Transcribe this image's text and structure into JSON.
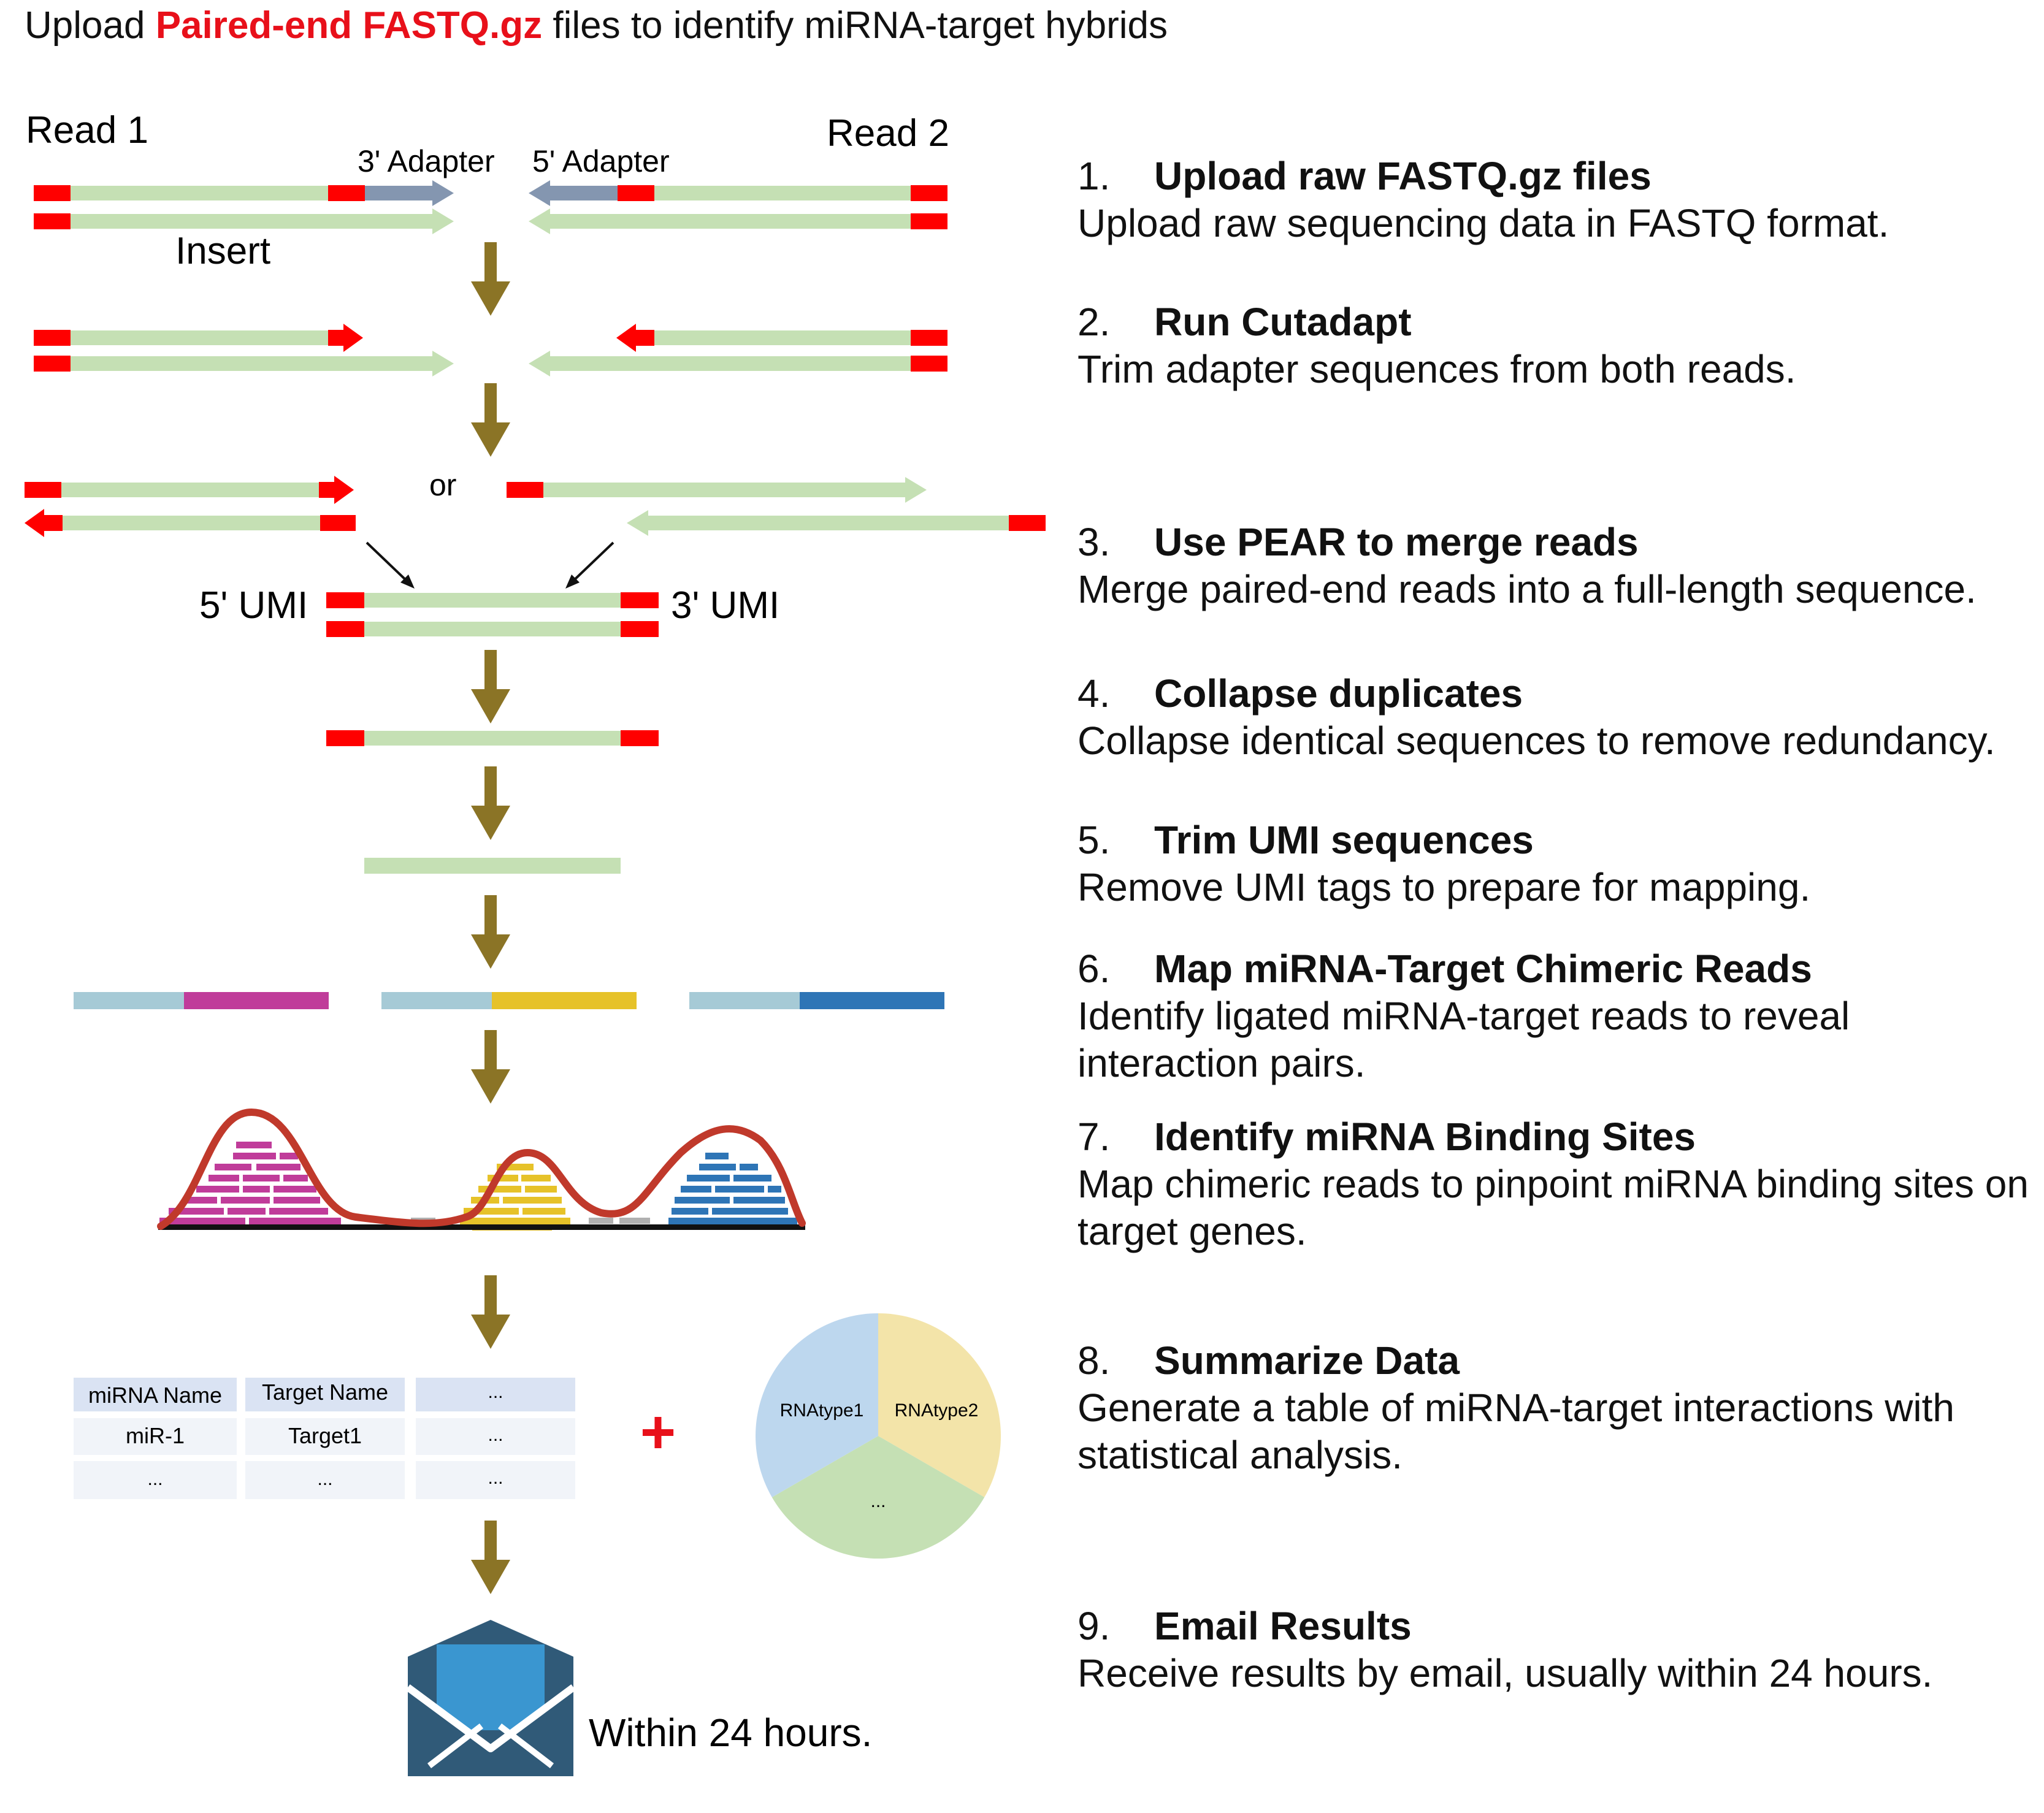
{
  "title": {
    "prefix": "Upload ",
    "highlight": "Paired-end FASTQ.gz",
    "suffix": " files to identify miRNA-target hybrids"
  },
  "diagram": {
    "read1": "Read 1",
    "read2": "Read 2",
    "adapter3": "3' Adapter",
    "adapter5": "5' Adapter",
    "insert": "Insert",
    "or": "or",
    "umi5": "5' UMI",
    "umi3": "3' UMI",
    "table_headers": [
      "miRNA Name",
      "Target Name",
      "..."
    ],
    "table_rows": [
      [
        "miR-1",
        "Target1",
        "..."
      ],
      [
        "...",
        "...",
        "..."
      ]
    ],
    "plus": "+",
    "pie_labels": [
      "RNAtype1",
      "RNAtype2",
      "..."
    ],
    "within": "Within 24 hours."
  },
  "colors": {
    "read": "#c5e0b4",
    "umi": "#ff0000",
    "adapter": "#8496b0",
    "flow_arrow": "#8b7426",
    "mirna_pink": "#c03c9a",
    "target_yellow": "#e6c229",
    "target_blue": "#2e75b6",
    "light_blue": "#a6cad6",
    "peak_curve": "#c0392b",
    "pie_blue": "#bdd7ee",
    "pie_yellow": "#f3e4a9",
    "pie_green": "#c5e0b4",
    "envelope": "#305a78",
    "letter": "#3a96d0"
  },
  "steps": [
    {
      "num": "1.",
      "title": "Upload raw FASTQ.gz files",
      "desc": "Upload raw sequencing data in FASTQ format."
    },
    {
      "num": "2.",
      "title": "Run Cutadapt",
      "desc": "Trim adapter sequences from both reads."
    },
    {
      "num": "3.",
      "title": "Use PEAR to merge reads",
      "desc": "Merge paired-end reads into a full-length sequence."
    },
    {
      "num": "4.",
      "title": "Collapse duplicates",
      "desc": "Collapse identical sequences to remove redundancy."
    },
    {
      "num": "5.",
      "title": "Trim UMI sequences",
      "desc": "Remove UMI tags to prepare for mapping."
    },
    {
      "num": "6.",
      "title": "Map miRNA-Target Chimeric Reads",
      "desc": "Identify ligated miRNA-target reads to reveal interaction pairs."
    },
    {
      "num": "7.",
      "title": "Identify miRNA Binding Sites",
      "desc": "Map chimeric reads to pinpoint miRNA binding sites on target genes."
    },
    {
      "num": "8.",
      "title": "Summarize Data",
      "desc": "Generate a table of miRNA-target interactions with statistical analysis."
    },
    {
      "num": "9.",
      "title": "Email Results",
      "desc": "Receive results by email, usually within 24 hours."
    }
  ]
}
